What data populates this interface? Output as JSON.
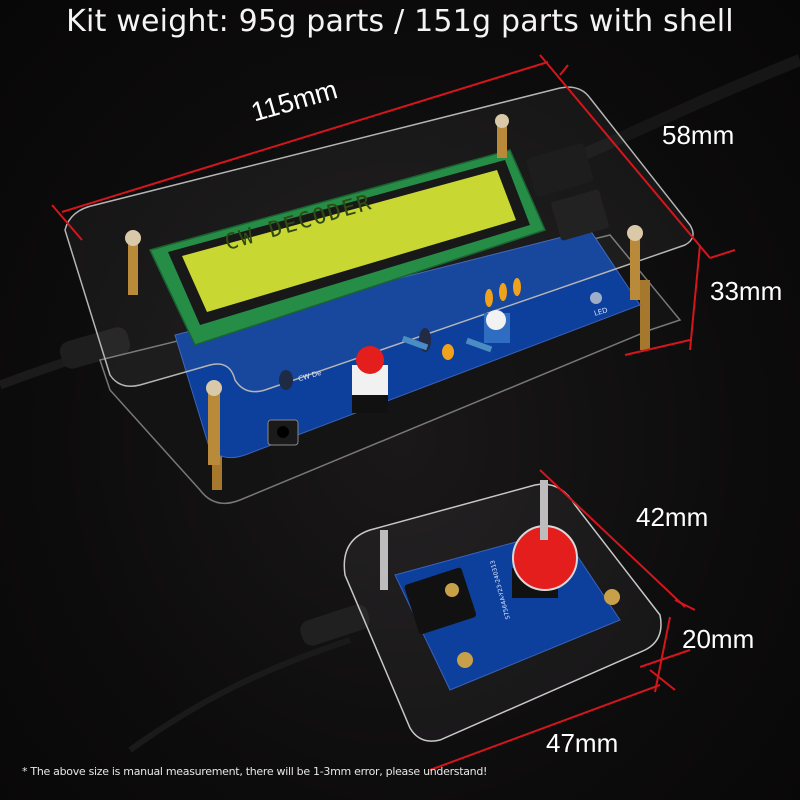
{
  "header": {
    "title": "Kit weight: 95g parts / 151g parts with shell"
  },
  "main_unit": {
    "lcd_text": "CW DECODER",
    "pcb_label": "CW De",
    "led_label": "LED",
    "dimensions": {
      "length": "115mm",
      "width": "58mm",
      "height": "33mm"
    }
  },
  "key_unit": {
    "pcb_label": "S7564A-Y23-240313",
    "dimensions": {
      "length": "47mm",
      "width": "42mm",
      "height": "20mm"
    }
  },
  "footnote": "* The above size is manual measurement, there will be 1-3mm error, please understand!",
  "colors": {
    "background": "#0b0a0a",
    "dimension_line": "#d4161c",
    "pcb_blue": "#0d3f9c",
    "lcd_green": "#c9d82a",
    "button_red": "#e41d1d",
    "brass": "#b98a3a"
  }
}
